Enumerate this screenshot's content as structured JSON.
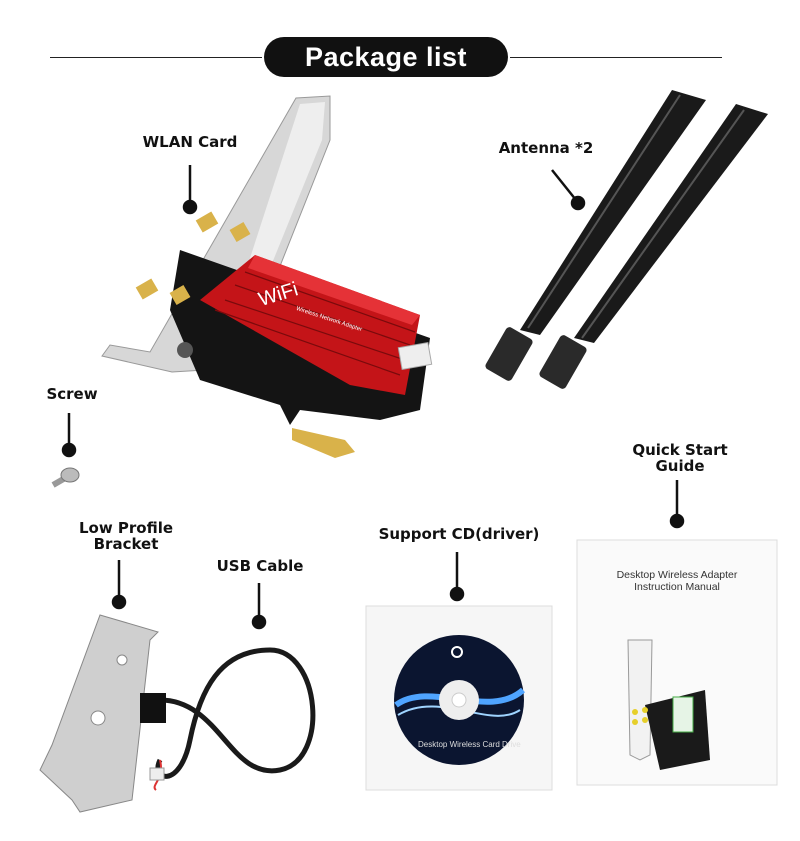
{
  "title": "Package list",
  "items": {
    "wlan_card": "WLAN Card",
    "antenna": "Antenna *2",
    "screw": "Screw",
    "low_profile_bracket": [
      "Low Profile",
      "Bracket"
    ],
    "usb_cable": "USB Cable",
    "support_cd": "Support CD(driver)",
    "quick_start_guide": [
      "Quick Start",
      "Guide"
    ]
  },
  "heatsink": {
    "brand": "WiFi",
    "subtitle": "Wireless Network Adapter"
  },
  "cd_label": "Desktop Wireless Card Drive",
  "manual_title": [
    "Desktop Wireless Adapter",
    "Instruction Manual"
  ],
  "colors": {
    "heatsink_red": "#d0161b",
    "pill_bg": "#111111",
    "gold": "#d9b24a"
  }
}
